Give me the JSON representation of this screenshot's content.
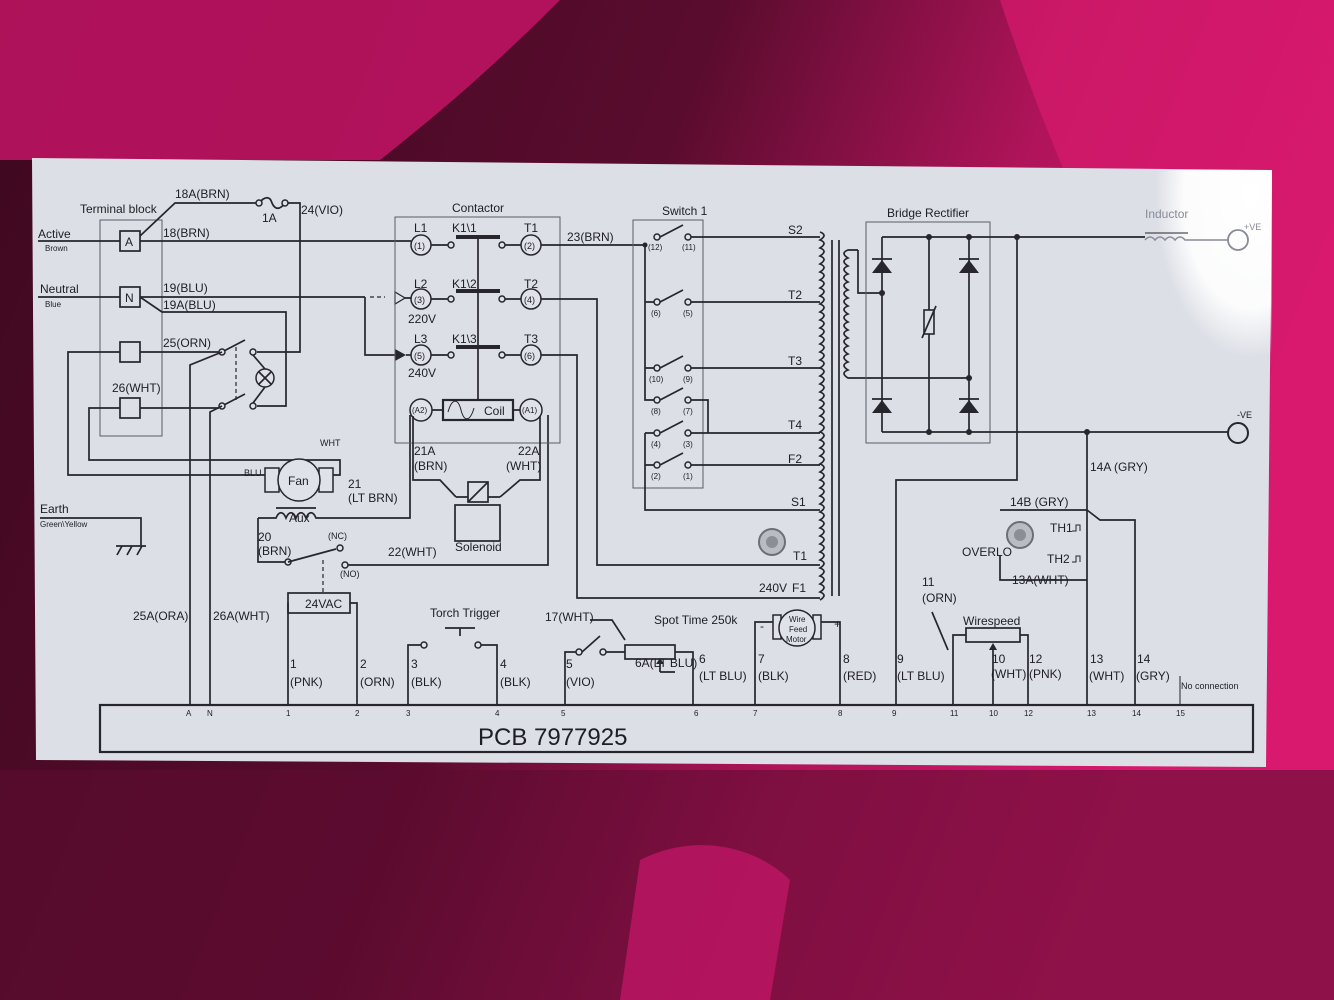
{
  "titles": {
    "terminal_block": "Terminal block",
    "contactor": "Contactor",
    "switch1": "Switch 1",
    "bridge": "Bridge Rectifier",
    "inductor": "Inductor",
    "plus": "+VE",
    "minus": "-VE",
    "torch_trigger": "Torch Trigger",
    "spot_time": "Spot Time 250k",
    "wirespeed": "Wirespeed",
    "solenoid": "Solenoid",
    "fan": "Fan",
    "aux": "Aux",
    "coil": "Coil",
    "vac": "24VAC",
    "motor": [
      "Wire",
      "Feed",
      "Motor"
    ],
    "motor_minus": "-",
    "motor_plus": "+",
    "pcb": "PCB 7977925",
    "no_connection": "No connection",
    "overload": "OVERLO"
  },
  "inputs": {
    "active": "Active",
    "brown": "Brown",
    "neutral": "Neutral",
    "blue": "Blue",
    "earth": "Earth",
    "green_yellow": "Green\\Yellow",
    "term_a": "A",
    "term_n": "N"
  },
  "wires": {
    "w18a": "18A(BRN)",
    "fuse": "1A",
    "w24": "24(VIO)",
    "w18": "18(BRN)",
    "w19": "19(BLU)",
    "w19a": "19A(BLU)",
    "w25": "25(ORN)",
    "w26": "26(WHT)",
    "wht": "WHT",
    "blu": "BLU",
    "w21": "21",
    "w21c": "(LT BRN)",
    "w20": "20",
    "w20c": "(BRN)",
    "nc": "(NC)",
    "no": "(NO)",
    "w22": "22(WHT)",
    "w21a": "21A",
    "w21ac": "(BRN)",
    "w22a": "22A",
    "w22ac": "(WHT)",
    "w23": "23(BRN)",
    "w25a": "25A(ORA)",
    "w26a": "26A(WHT)",
    "w17": "17(WHT)",
    "w6a": "6A(LT BLU)",
    "w11": "11",
    "w11c": "(ORN)",
    "w14a": "14A (GRY)",
    "w14b": "14B (GRY)",
    "th1": "TH1",
    "th2": "TH2",
    "w13a": "13A(WHT)"
  },
  "contactor": {
    "l1": "L1",
    "l2": "L2",
    "l3": "L3",
    "t1": "T1",
    "t2": "T2",
    "t3": "T3",
    "k1": "K1\\1",
    "k2": "K1\\2",
    "k3": "K1\\3",
    "p1": "(1)",
    "p2": "(2)",
    "p3": "(3)",
    "p4": "(4)",
    "p5": "(5)",
    "p6": "(6)",
    "a1": "(A1)",
    "a2": "(A2)",
    "v220": "220V",
    "v240": "240V"
  },
  "switch1": {
    "p12": "(12)",
    "p11": "(11)",
    "p6": "(6)",
    "p5": "(5)",
    "p10": "(10)",
    "p9": "(9)",
    "p8": "(8)",
    "p7": "(7)",
    "p4": "(4)",
    "p3": "(3)",
    "p2": "(2)",
    "p1": "(1)"
  },
  "transformer": {
    "s2": "S2",
    "t2": "T2",
    "t3": "T3",
    "t4": "T4",
    "f2": "F2",
    "s1": "S1",
    "t1": "T1",
    "v240": "240V",
    "f1": "F1"
  },
  "bottom_wires": [
    {
      "num": "1",
      "color": "(PNK)"
    },
    {
      "num": "2",
      "color": "(ORN)"
    },
    {
      "num": "3",
      "color": "(BLK)"
    },
    {
      "num": "4",
      "color": "(BLK)"
    },
    {
      "num": "5",
      "color": "(VIO)"
    },
    {
      "num": "6",
      "color": "(LT BLU)"
    },
    {
      "num": "7",
      "color": "(BLK)"
    },
    {
      "num": "8",
      "color": "(RED)"
    },
    {
      "num": "9",
      "color": "(LT BLU)"
    },
    {
      "num": "10",
      "color": "(WHT)"
    },
    {
      "num": "12",
      "color": "(PNK)"
    },
    {
      "num": "13",
      "color": "(WHT)"
    },
    {
      "num": "14",
      "color": "(GRY)"
    }
  ],
  "pcb_pins": [
    "A",
    "N",
    "1",
    "2",
    "3",
    "4",
    "5",
    "6",
    "7",
    "8",
    "9",
    "11",
    "10",
    "12",
    "13",
    "14",
    "15"
  ],
  "colors": {
    "background": "#4a0a24",
    "pink": "#d0186a",
    "panel": "#dcdfe6",
    "ink": "#26262c"
  }
}
